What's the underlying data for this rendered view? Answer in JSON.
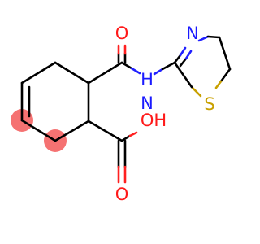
{
  "structure": {
    "atoms": {
      "carbonyl_oxygen": "O",
      "amide_nitrogen_h": "H",
      "amide_nitrogen": "N",
      "ring_nitrogen": "N",
      "ring_sulfur": "S",
      "acid_oh": "OH",
      "acid_oxygen": "O"
    },
    "highlighted_atoms": 2,
    "colors": {
      "bond": "#000000",
      "oxygen": "#ff1a1a",
      "nitrogen": "#1a1aff",
      "sulfur": "#c8a000",
      "highlight": "#f46a6a"
    }
  }
}
